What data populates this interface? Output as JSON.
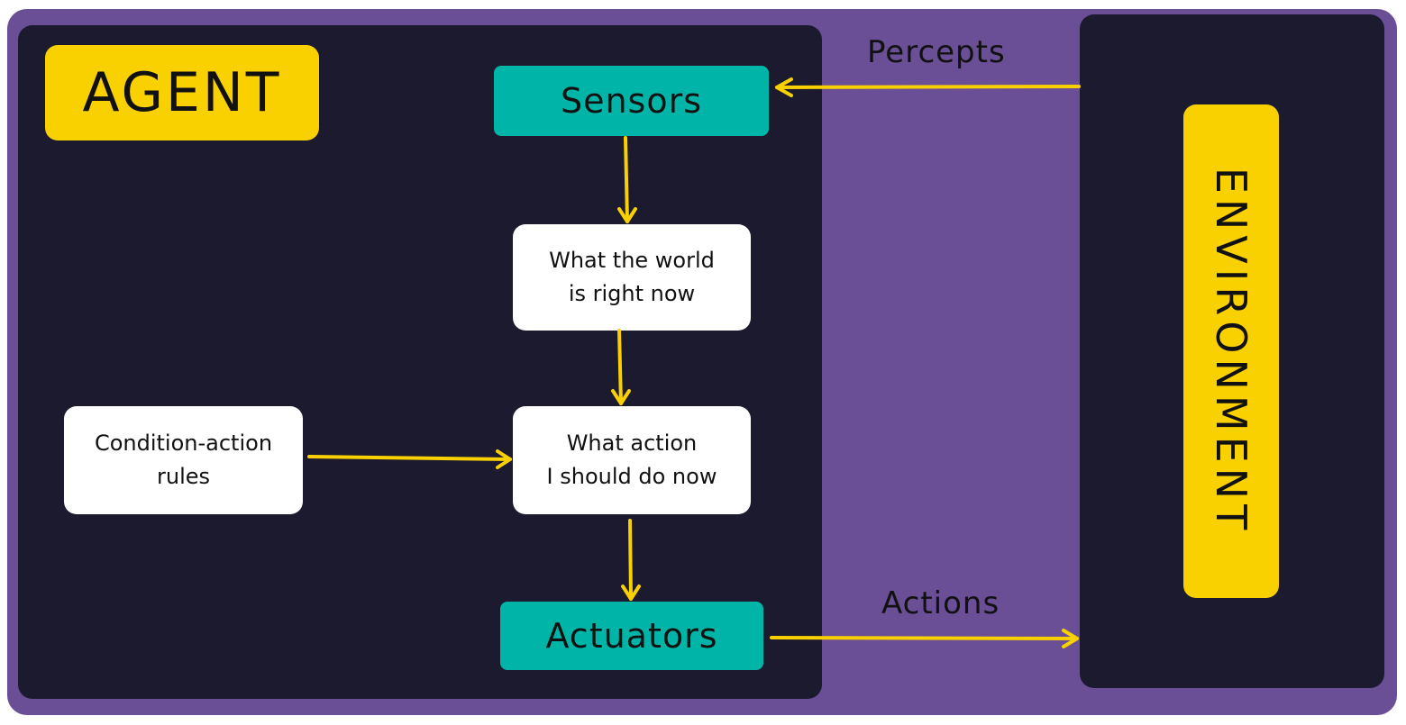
{
  "agent": {
    "label": "AGENT"
  },
  "environment": {
    "label": "ENVIRONMENT"
  },
  "nodes": {
    "sensors": "Sensors",
    "world_state": [
      "What the world",
      "is right now"
    ],
    "action_choice": [
      "What action",
      "I should do now"
    ],
    "rules": [
      "Condition-action",
      "rules"
    ],
    "actuators": "Actuators"
  },
  "flows": {
    "percepts": "Percepts",
    "actions": "Actions"
  },
  "colors": {
    "outer": "#6a4e96",
    "panel": "#1b1a2e",
    "label": "#f9d000",
    "module": "#00b5a8",
    "process": "#ffffff",
    "arrow": "#f9d000"
  }
}
